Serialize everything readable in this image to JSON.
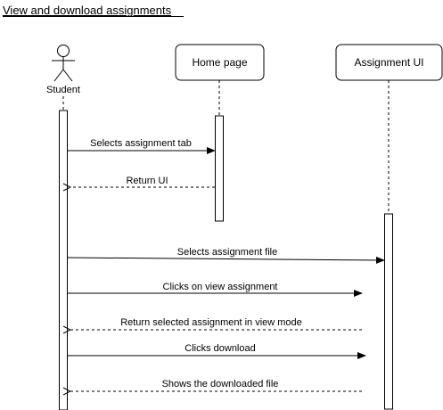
{
  "diagram": {
    "title": "View and download assignments",
    "participants": {
      "student": {
        "label": "Student",
        "kind": "actor"
      },
      "home": {
        "label": "Home page",
        "kind": "box"
      },
      "assignment_ui": {
        "label": "Assignment UI",
        "kind": "box"
      }
    },
    "messages": [
      {
        "label": "Selects assignment tab",
        "kind": "sync"
      },
      {
        "label": "Return UI",
        "kind": "return"
      },
      {
        "label": "Selects assignment file",
        "kind": "sync"
      },
      {
        "label": "Clicks on view assignment",
        "kind": "sync"
      },
      {
        "label": "Return selected assignment in view mode",
        "kind": "return"
      },
      {
        "label": "Clicks download",
        "kind": "sync"
      },
      {
        "label": "Shows the downloaded file",
        "kind": "return"
      }
    ]
  }
}
